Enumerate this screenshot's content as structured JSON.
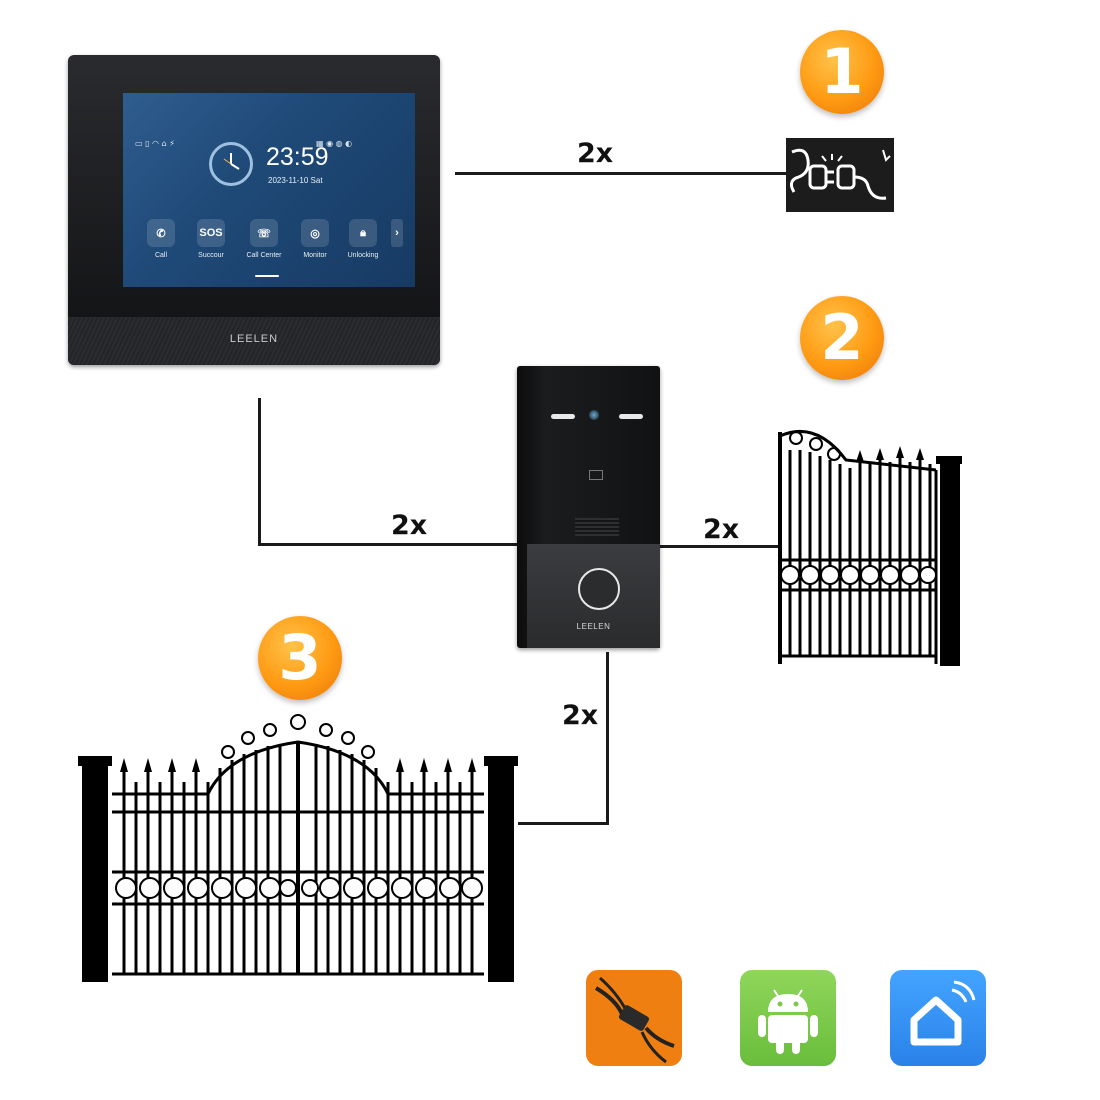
{
  "badges": {
    "one": "1",
    "two": "2",
    "three": "3"
  },
  "connections": {
    "monitor_to_power": "2x",
    "monitor_to_station": "2x",
    "station_to_small_gate": "2x",
    "station_to_main_gate": "2x"
  },
  "monitor": {
    "brand": "LEELEN",
    "time": "23:59",
    "date": "2023-11-10  Sat",
    "apps": [
      {
        "icon": "phone-icon",
        "label": "Call"
      },
      {
        "icon": "sos-icon",
        "label": "Succour",
        "icon_text": "SOS"
      },
      {
        "icon": "call-center-icon",
        "label": "Call Center"
      },
      {
        "icon": "camera-icon",
        "label": "Monitor"
      },
      {
        "icon": "lock-icon",
        "label": "Unlocking"
      }
    ]
  },
  "door_station": {
    "brand": "LEELEN"
  },
  "icons": {
    "power": "power-plug-icon",
    "small_gate": "small-gate-icon",
    "main_gate": "double-gate-icon",
    "cable_tile": "cable-connector-icon",
    "android_tile": "android-icon",
    "smart_home_tile": "smart-home-icon"
  },
  "colors": {
    "badge": "#ff9a12",
    "wire": "#1a1a1a",
    "android": "#7ec84a",
    "smart_home": "#2f8ff0",
    "cable_tile": "#f07f12"
  }
}
